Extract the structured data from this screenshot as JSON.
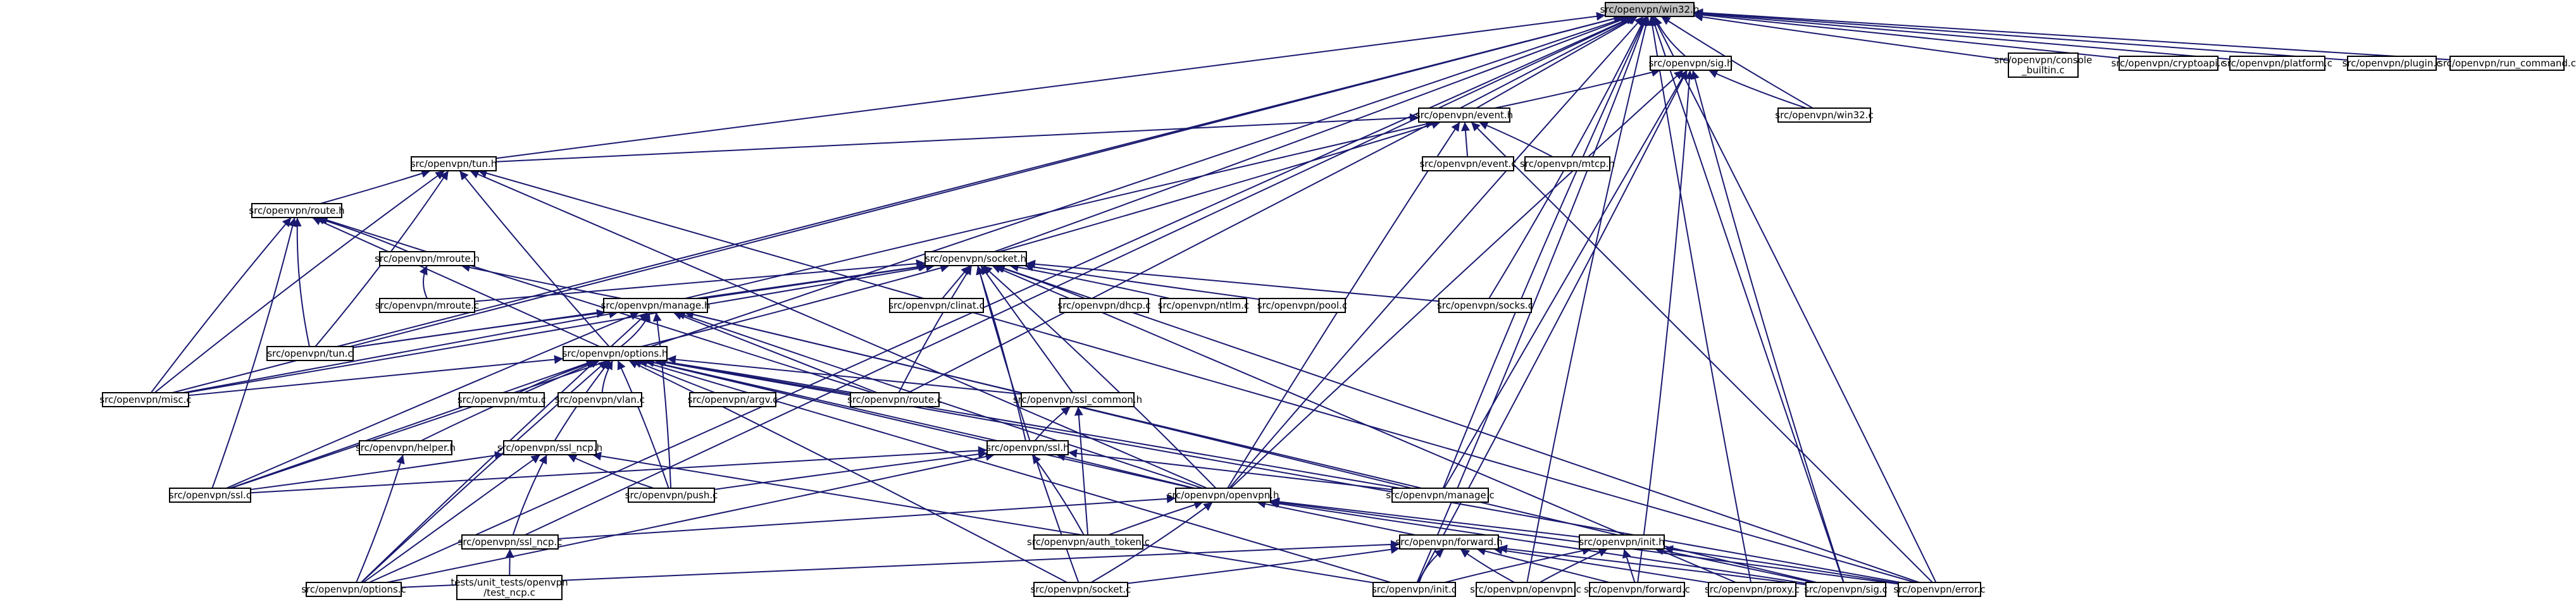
{
  "colors": {
    "edge": "#191970",
    "node_border_normal": "#000000",
    "node_border_truncated": "#ff0000",
    "root_fill": "#bfbfbf",
    "node_fill": "#ffffff",
    "text": "#000000"
  },
  "root_label": "src/openvpn/win32.h",
  "nodes": [
    {
      "id": "win32h",
      "label": "src/openvpn/win32.h",
      "root": true
    },
    {
      "id": "console",
      "label": "src/openvpn/console\n_builtin.c"
    },
    {
      "id": "cryptoapi",
      "label": "src/openvpn/cryptoapi.c"
    },
    {
      "id": "platform",
      "label": "src/openvpn/platform.c"
    },
    {
      "id": "plugin",
      "label": "src/openvpn/plugin.c"
    },
    {
      "id": "runcmd",
      "label": "src/openvpn/run_command.c"
    },
    {
      "id": "sigh",
      "label": "src/openvpn/sig.h"
    },
    {
      "id": "win32c",
      "label": "src/openvpn/win32.c"
    },
    {
      "id": "eventh",
      "label": "src/openvpn/event.h"
    },
    {
      "id": "tunh",
      "label": "src/openvpn/tun.h"
    },
    {
      "id": "eventc",
      "label": "src/openvpn/event.c"
    },
    {
      "id": "mtcp",
      "label": "src/openvpn/mtcp.h",
      "truncated": true
    },
    {
      "id": "routeh",
      "label": "src/openvpn/route.h"
    },
    {
      "id": "mrouteh",
      "label": "src/openvpn/mroute.h",
      "truncated": true
    },
    {
      "id": "socketh",
      "label": "src/openvpn/socket.h"
    },
    {
      "id": "mroutec",
      "label": "src/openvpn/mroute.c"
    },
    {
      "id": "clinat",
      "label": "src/openvpn/clinat.c"
    },
    {
      "id": "dhcp",
      "label": "src/openvpn/dhcp.c"
    },
    {
      "id": "ntlm",
      "label": "src/openvpn/ntlm.c"
    },
    {
      "id": "pool",
      "label": "src/openvpn/pool.c"
    },
    {
      "id": "socks",
      "label": "src/openvpn/socks.c"
    },
    {
      "id": "manageh",
      "label": "src/openvpn/manage.h",
      "truncated": true
    },
    {
      "id": "tunc",
      "label": "src/openvpn/tun.c"
    },
    {
      "id": "optionsh",
      "label": "src/openvpn/options.h"
    },
    {
      "id": "miscc",
      "label": "src/openvpn/misc.c"
    },
    {
      "id": "mtu",
      "label": "src/openvpn/mtu.c"
    },
    {
      "id": "vlan",
      "label": "src/openvpn/vlan.c"
    },
    {
      "id": "argv",
      "label": "src/openvpn/argv.c"
    },
    {
      "id": "routec",
      "label": "src/openvpn/route.c"
    },
    {
      "id": "sslcommon",
      "label": "src/openvpn/ssl_common.h",
      "truncated": true
    },
    {
      "id": "helper",
      "label": "src/openvpn/helper.h",
      "truncated": true
    },
    {
      "id": "sslncph",
      "label": "src/openvpn/ssl_ncp.h",
      "truncated": true
    },
    {
      "id": "sslh",
      "label": "src/openvpn/ssl.h",
      "truncated": true
    },
    {
      "id": "sslc",
      "label": "src/openvpn/ssl.c"
    },
    {
      "id": "push",
      "label": "src/openvpn/push.c"
    },
    {
      "id": "managec",
      "label": "src/openvpn/manage.c"
    },
    {
      "id": "openvpnh",
      "label": "src/openvpn/openvpn.h"
    },
    {
      "id": "sslncpc",
      "label": "src/openvpn/ssl_ncp.c"
    },
    {
      "id": "authtoken",
      "label": "src/openvpn/auth_token.c",
      "truncated": true
    },
    {
      "id": "forwardh",
      "label": "src/openvpn/forward.h",
      "truncated": true
    },
    {
      "id": "inith",
      "label": "src/openvpn/init.h",
      "truncated": true
    },
    {
      "id": "testncp",
      "label": "tests/unit_tests/openvpn\n/test_ncp.c"
    },
    {
      "id": "optionsc",
      "label": "src/openvpn/options.c"
    },
    {
      "id": "socketc",
      "label": "src/openvpn/socket.c"
    },
    {
      "id": "initc",
      "label": "src/openvpn/init.c"
    },
    {
      "id": "openvpnc",
      "label": "src/openvpn/openvpn.c"
    },
    {
      "id": "forwardc",
      "label": "src/openvpn/forward.c"
    },
    {
      "id": "proxy",
      "label": "src/openvpn/proxy.c"
    },
    {
      "id": "sigc",
      "label": "src/openvpn/sig.c"
    },
    {
      "id": "errorc",
      "label": "src/openvpn/error.c"
    }
  ],
  "edges": [
    [
      "console",
      "win32h"
    ],
    [
      "cryptoapi",
      "win32h"
    ],
    [
      "platform",
      "win32h"
    ],
    [
      "plugin",
      "win32h"
    ],
    [
      "runcmd",
      "win32h"
    ],
    [
      "sigh",
      "win32h"
    ],
    [
      "win32c",
      "win32h"
    ],
    [
      "eventh",
      "win32h"
    ],
    [
      "tunh",
      "win32h"
    ],
    [
      "socketh",
      "win32h"
    ],
    [
      "tunc",
      "win32h"
    ],
    [
      "miscc",
      "win32h"
    ],
    [
      "sslc",
      "win32h"
    ],
    [
      "routec",
      "win32h"
    ],
    [
      "socks",
      "win32h"
    ],
    [
      "managec",
      "win32h"
    ],
    [
      "openvpnh",
      "win32h"
    ],
    [
      "sslncpc",
      "win32h"
    ],
    [
      "optionsc",
      "win32h"
    ],
    [
      "initc",
      "win32h"
    ],
    [
      "openvpnc",
      "win32h"
    ],
    [
      "proxy",
      "win32h"
    ],
    [
      "sigc",
      "win32h"
    ],
    [
      "errorc",
      "win32h"
    ],
    [
      "eventh",
      "sigh"
    ],
    [
      "win32c",
      "sigh"
    ],
    [
      "openvpnh",
      "sigh"
    ],
    [
      "managec",
      "sigh"
    ],
    [
      "initc",
      "sigh"
    ],
    [
      "forwardc",
      "sigh"
    ],
    [
      "sigc",
      "sigh"
    ],
    [
      "tunh",
      "eventh"
    ],
    [
      "eventc",
      "eventh"
    ],
    [
      "mtcp",
      "eventh"
    ],
    [
      "socketh",
      "eventh"
    ],
    [
      "manageh",
      "eventh"
    ],
    [
      "openvpnh",
      "eventh"
    ],
    [
      "errorc",
      "eventh"
    ],
    [
      "routeh",
      "tunh"
    ],
    [
      "tunc",
      "tunh"
    ],
    [
      "miscc",
      "tunh"
    ],
    [
      "optionsh",
      "tunh"
    ],
    [
      "openvpnh",
      "tunh"
    ],
    [
      "errorc",
      "tunh"
    ],
    [
      "mrouteh",
      "routeh"
    ],
    [
      "tunc",
      "routeh"
    ],
    [
      "miscc",
      "routeh"
    ],
    [
      "optionsh",
      "routeh"
    ],
    [
      "routec",
      "routeh"
    ],
    [
      "sslc",
      "routeh"
    ],
    [
      "mroutec",
      "mrouteh"
    ],
    [
      "manageh",
      "mrouteh"
    ],
    [
      "clinat",
      "socketh"
    ],
    [
      "dhcp",
      "socketh"
    ],
    [
      "ntlm",
      "socketh"
    ],
    [
      "pool",
      "socketh"
    ],
    [
      "socks",
      "socketh"
    ],
    [
      "manageh",
      "socketh"
    ],
    [
      "tunc",
      "socketh"
    ],
    [
      "optionsh",
      "socketh"
    ],
    [
      "miscc",
      "socketh"
    ],
    [
      "routec",
      "socketh"
    ],
    [
      "sslcommon",
      "socketh"
    ],
    [
      "sslh",
      "socketh"
    ],
    [
      "openvpnh",
      "socketh"
    ],
    [
      "socketc",
      "socketh"
    ],
    [
      "proxy",
      "socketh"
    ],
    [
      "errorc",
      "socketh"
    ],
    [
      "mroutec",
      "socketh"
    ],
    [
      "optionsh",
      "manageh"
    ],
    [
      "tunc",
      "manageh"
    ],
    [
      "sslc",
      "manageh"
    ],
    [
      "routec",
      "manageh"
    ],
    [
      "push",
      "manageh"
    ],
    [
      "managec",
      "manageh"
    ],
    [
      "openvpnh",
      "manageh"
    ],
    [
      "optionsc",
      "manageh"
    ],
    [
      "sigc",
      "manageh"
    ],
    [
      "miscc",
      "manageh"
    ],
    [
      "miscc",
      "optionsh"
    ],
    [
      "mtu",
      "optionsh"
    ],
    [
      "vlan",
      "optionsh"
    ],
    [
      "argv",
      "optionsh"
    ],
    [
      "routec",
      "optionsh"
    ],
    [
      "sslcommon",
      "optionsh"
    ],
    [
      "helper",
      "optionsh"
    ],
    [
      "sslncph",
      "optionsh"
    ],
    [
      "sslh",
      "optionsh"
    ],
    [
      "push",
      "optionsh"
    ],
    [
      "managec",
      "optionsh"
    ],
    [
      "openvpnh",
      "optionsh"
    ],
    [
      "optionsc",
      "optionsh"
    ],
    [
      "sslc",
      "optionsh"
    ],
    [
      "initc",
      "optionsh"
    ],
    [
      "socketc",
      "optionsh"
    ],
    [
      "errorc",
      "optionsh"
    ],
    [
      "sslh",
      "sslcommon"
    ],
    [
      "authtoken",
      "sslcommon"
    ],
    [
      "optionsc",
      "helper"
    ],
    [
      "sslc",
      "sslncph"
    ],
    [
      "push",
      "sslncph"
    ],
    [
      "sslncpc",
      "sslncph"
    ],
    [
      "optionsc",
      "sslncph"
    ],
    [
      "initc",
      "sslncph"
    ],
    [
      "sslc",
      "sslh"
    ],
    [
      "push",
      "sslh"
    ],
    [
      "managec",
      "sslh"
    ],
    [
      "openvpnh",
      "sslh"
    ],
    [
      "authtoken",
      "sslh"
    ],
    [
      "optionsc",
      "sslh"
    ],
    [
      "sslncpc",
      "openvpnh"
    ],
    [
      "authtoken",
      "openvpnh"
    ],
    [
      "forwardh",
      "openvpnh"
    ],
    [
      "inith",
      "openvpnh"
    ],
    [
      "socketc",
      "openvpnh"
    ],
    [
      "sigc",
      "openvpnh"
    ],
    [
      "errorc",
      "openvpnh"
    ],
    [
      "testncp",
      "sslncpc"
    ],
    [
      "optionsc",
      "forwardh"
    ],
    [
      "socketc",
      "forwardh"
    ],
    [
      "initc",
      "forwardh"
    ],
    [
      "openvpnc",
      "forwardh"
    ],
    [
      "forwardc",
      "forwardh"
    ],
    [
      "proxy",
      "forwardh"
    ],
    [
      "sigc",
      "forwardh"
    ],
    [
      "initc",
      "inith"
    ],
    [
      "openvpnc",
      "inith"
    ],
    [
      "forwardc",
      "inith"
    ],
    [
      "sigc",
      "inith"
    ],
    [
      "errorc",
      "inith"
    ]
  ]
}
